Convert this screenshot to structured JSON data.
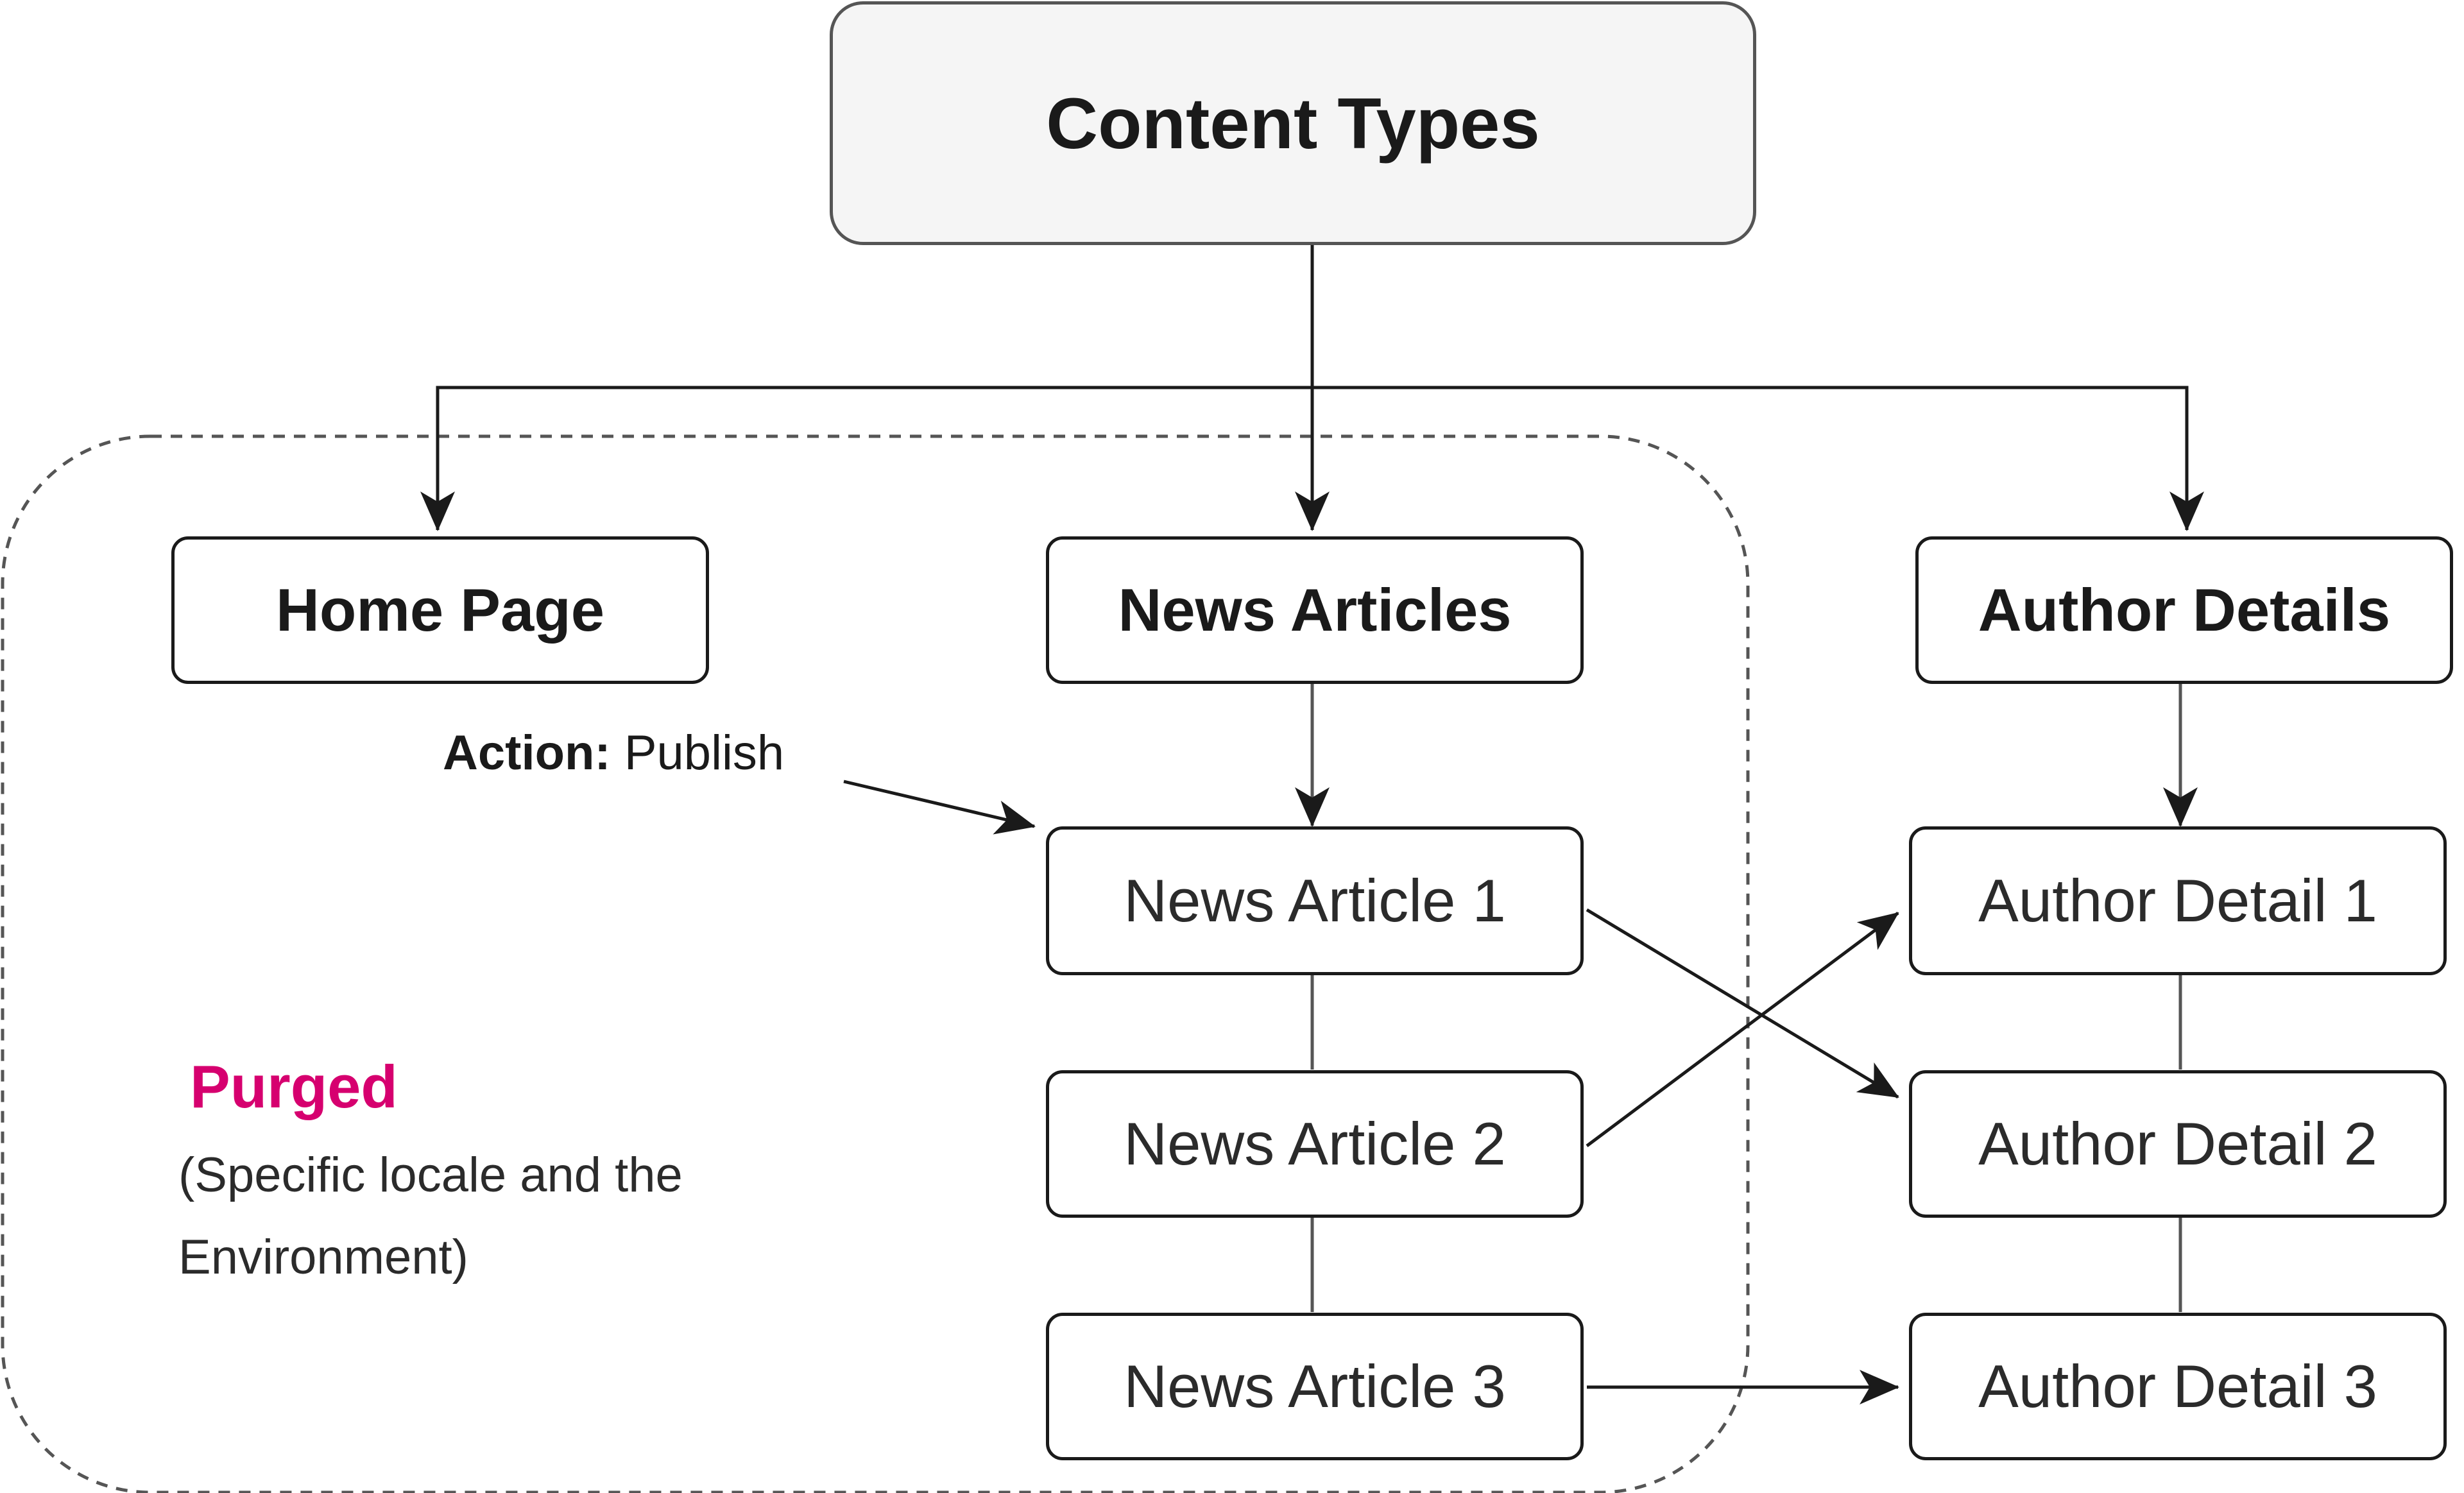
{
  "colors": {
    "accent": "#d6006f",
    "line": "#1a1a1a",
    "connector": "#555555",
    "root_fill": "#f5f5f5"
  },
  "nodes": {
    "content_types": "Content Types",
    "home_page": "Home Page",
    "news_articles": "News Articles",
    "author_details": "Author Details",
    "news_article_1": "News Article 1",
    "news_article_2": "News Article 2",
    "news_article_3": "News Article 3",
    "author_detail_1": "Author Detail 1",
    "author_detail_2": "Author Detail 2",
    "author_detail_3": "Author Detail 3"
  },
  "annotations": {
    "action_key": "Action:",
    "action_value": " Publish",
    "purged_title": "Purged",
    "purged_note": "(Specific locale and the Environment)"
  },
  "edges": [
    {
      "from": "content_types",
      "to": "home_page"
    },
    {
      "from": "content_types",
      "to": "news_articles"
    },
    {
      "from": "content_types",
      "to": "author_details"
    },
    {
      "from": "news_articles",
      "to": "news_article_1"
    },
    {
      "from": "news_article_1",
      "to": "news_article_2",
      "arrow": false
    },
    {
      "from": "news_article_2",
      "to": "news_article_3",
      "arrow": false
    },
    {
      "from": "author_details",
      "to": "author_detail_1"
    },
    {
      "from": "author_detail_1",
      "to": "author_detail_2",
      "arrow": false
    },
    {
      "from": "author_detail_2",
      "to": "author_detail_3",
      "arrow": false
    },
    {
      "from": "news_article_1",
      "to": "author_detail_2"
    },
    {
      "from": "news_article_2",
      "to": "author_detail_1"
    },
    {
      "from": "news_article_3",
      "to": "author_detail_3"
    },
    {
      "from": "action_label",
      "to": "news_article_1"
    }
  ]
}
